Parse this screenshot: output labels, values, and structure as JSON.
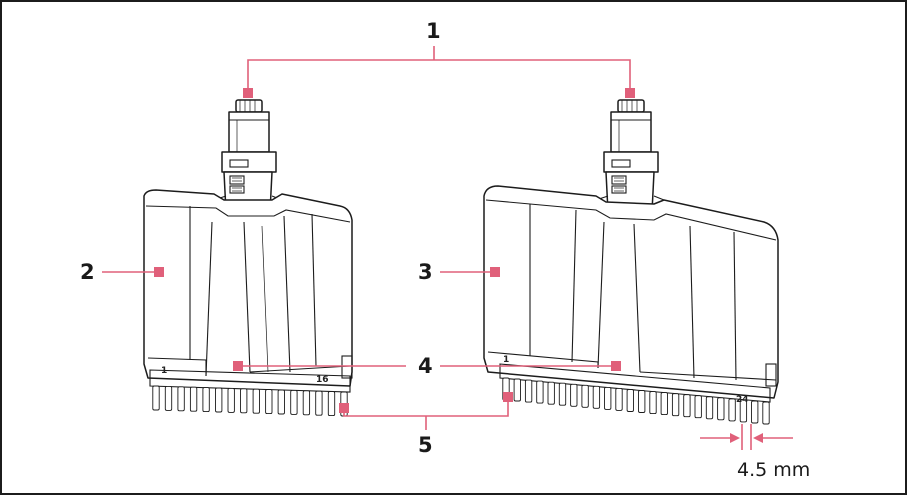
{
  "callouts": {
    "c1": "1",
    "c2": "2",
    "c3": "3",
    "c4": "4",
    "c5": "5"
  },
  "dimension": {
    "label": "4.5 mm"
  },
  "module_marks": {
    "m16_first": "1",
    "m16_last": "16",
    "m24_first": "1",
    "m24_last": "24"
  },
  "colors": {
    "leader": "#e0607a",
    "outline": "#1c1c1c",
    "frame": "#1c1c1c"
  },
  "nozzle_counts": {
    "module_16": 16,
    "module_24": 24
  }
}
